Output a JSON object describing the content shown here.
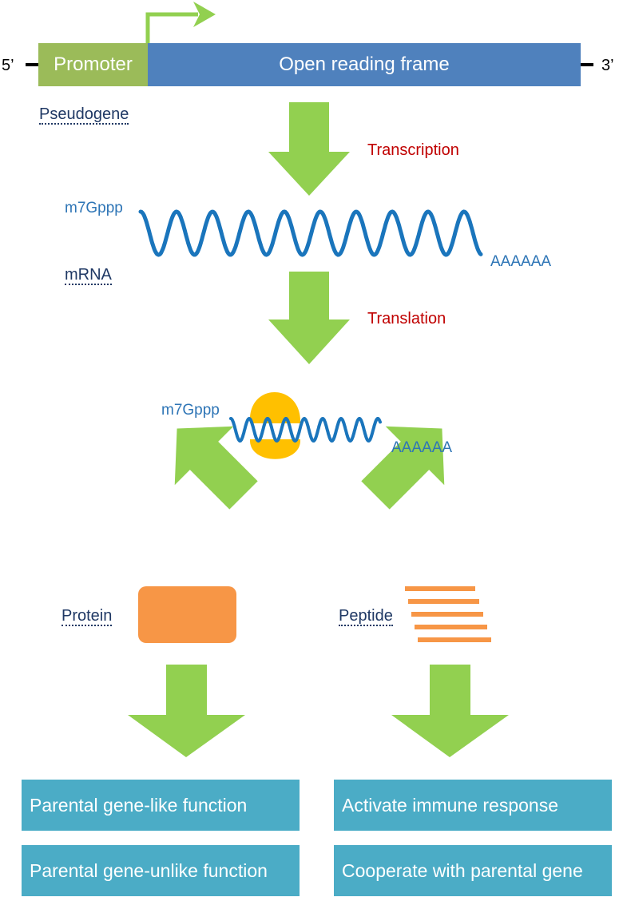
{
  "gene": {
    "five_prime": "5’",
    "three_prime": "3’",
    "promoter": "Promoter",
    "orf": "Open reading frame"
  },
  "labels": {
    "pseudogene": "Pseudogene",
    "mrna": "mRNA",
    "protein": "Protein",
    "peptide": "Peptide"
  },
  "processes": {
    "transcription": "Transcription",
    "translation": "Translation"
  },
  "mrna": {
    "cap": "m7Gppp",
    "tail": "AAAAAA"
  },
  "functions": {
    "protein": [
      "Parental gene-like function",
      "Parental gene-unlike function"
    ],
    "peptide": [
      "Activate immune response",
      "Cooperate with parental gene"
    ]
  },
  "colors": {
    "promoter": "#9bbb59",
    "orf": "#4f81bd",
    "arrow": "#92d050",
    "rna": "#1a75bc",
    "ribosome": "#ffc000",
    "protein": "#f79646",
    "function_box": "#4bacc6",
    "process_text": "#c00000",
    "label_text": "#1f3864"
  }
}
